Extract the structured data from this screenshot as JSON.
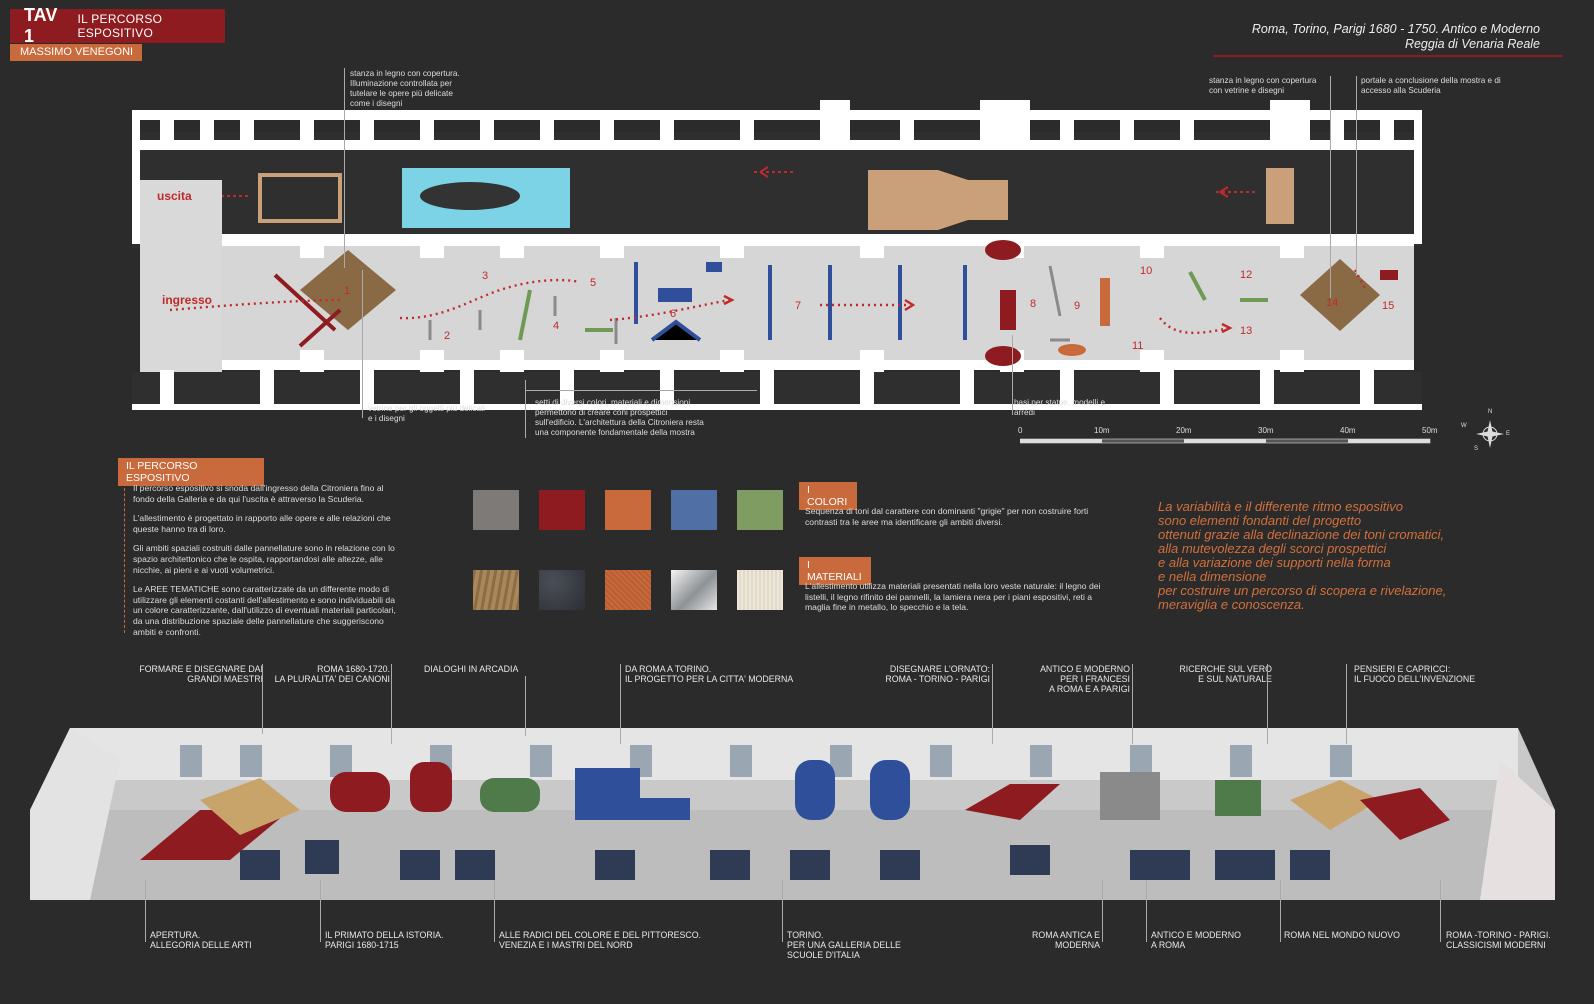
{
  "header": {
    "tav_number": "TAV 1",
    "tav_title": "IL PERCORSO ESPOSITIVO",
    "author": "MASSIMO VENEGONI",
    "project_line1": "Roma, Torino, Parigi 1680 - 1750. Antico e Moderno",
    "project_line2": "Reggia di Venaria Reale"
  },
  "plan": {
    "label_exit": "uscita",
    "label_entry": "ingresso",
    "room_numbers": [
      "1",
      "2",
      "3",
      "4",
      "5",
      "6",
      "7",
      "8",
      "9",
      "10",
      "11",
      "12",
      "13",
      "14",
      "15"
    ],
    "notes": {
      "wood_room": "stanza in legno con copertura. Illuminazione controllata per tutelare le opere più delicate come i disegni",
      "wood_room_right": "stanza in legno con copertura con vetrine e disegni",
      "portal": "portale a conclusione della mostra e di accesso alla Scuderia",
      "showcases": "vetrine per gli oggetti più delicati e i disegni",
      "panels": "setti di diversi colori, materiali e dimensioni permettono di creare coni prospettici sull'edificio. L'architettura della Citroniera resta una componente fondamentale della mostra",
      "bases": "basi per statue, modelli e arredi"
    },
    "scale_labels": [
      "0",
      "10m",
      "20m",
      "30m",
      "40m",
      "50m"
    ],
    "compass": {
      "n": "N",
      "s": "S",
      "e": "E",
      "w": "W"
    }
  },
  "percorso": {
    "heading": "IL PERCORSO ESPOSITIVO",
    "paragraphs": [
      "Il percorso espositivo si snoda dall'ingresso della Citroniera fino al fondo della Galleria e da qui l'uscita è attraverso la Scuderia.",
      "L'allestimento è progettato in rapporto alle opere e alle relazioni che queste hanno tra di loro.",
      "Gli ambiti spaziali costruiti dalle pannellature sono in relazione con lo spazio architettonico che le ospita, rapportandosi alle altezze, alle nicchie, ai pieni e ai vuoti volumetrici.",
      "Le AREE TEMATICHE sono caratterizzate da un differente modo di utilizzare gli elementi costanti dell'allestimento e sono individuabili da un colore caratterizzante, dall'utilizzo di eventuali materiali particolari, da una distribuzione spaziale delle pannellature che suggeriscono ambiti e confronti."
    ]
  },
  "colori": {
    "heading": "I COLORI",
    "text": "Sequenza di toni dal carattere con dominanti \"grigie\" per non costruire forti contrasti tra le aree ma identificare gli ambiti diversi.",
    "swatches": [
      "#7d7a78",
      "#8e1b1f",
      "#c86a3b",
      "#4f6fa5",
      "#7f9c62"
    ]
  },
  "materiali": {
    "heading": "I MATERIALI",
    "text": "L'allestimento utilizza materiali presentati nella loro veste naturale: il legno dei listelli, il legno rifinito dei pannelli, la lamiera nera per i piani espositivi, reti a maglia fine in metallo, lo specchio e la tela.",
    "swatches": [
      "#9c7b4e",
      "#3a3d44",
      "#c86a3b",
      "#bfc3c7",
      "#ece6d8"
    ]
  },
  "quote": [
    "La variabilità e il differente ritmo espositivo",
    "sono elementi fondanti del progetto",
    "ottenuti grazie alla declinazione dei toni cromatici,",
    "alla mutevolezza degli scorci prospettici",
    "e alla variazione dei supporti nella forma",
    "e nella dimensione",
    "per costruire un percorso di scopera e rivelazione,",
    "meraviglia e conoscenza."
  ],
  "sections_top": [
    {
      "l1": "FORMARE E DISEGNARE DAI",
      "l2": "GRANDI MAESTRI"
    },
    {
      "l1": "ROMA 1680-1720.",
      "l2": "LA PLURALITA' DEI CANONI"
    },
    {
      "l1": "DIALOGHI IN ARCADIA",
      "l2": ""
    },
    {
      "l1": "DA ROMA A TORINO.",
      "l2": "IL PROGETTO PER LA CITTA' MODERNA"
    },
    {
      "l1": "DISEGNARE L'ORNATO:",
      "l2": "ROMA - TORINO - PARIGI"
    },
    {
      "l1": "ANTICO E MODERNO",
      "l2": "PER I FRANCESI",
      "l3": "A ROMA E A PARIGI"
    },
    {
      "l1": "RICERCHE SUL VERO",
      "l2": "E SUL NATURALE"
    },
    {
      "l1": "PENSIERI E CAPRICCI:",
      "l2": "IL FUOCO DELL'INVENZIONE"
    }
  ],
  "sections_bottom": [
    {
      "l1": "APERTURA.",
      "l2": "ALLEGORIA DELLE ARTI"
    },
    {
      "l1": "IL PRIMATO DELLA ISTORIA.",
      "l2": "PARIGI 1680-1715"
    },
    {
      "l1": "ALLE RADICI DEL COLORE E DEL PITTORESCO.",
      "l2": "VENEZIA E I MASTRI DEL NORD"
    },
    {
      "l1": "TORINO.",
      "l2": "PER UNA GALLERIA DELLE",
      "l3": "SCUOLE D'ITALIA"
    },
    {
      "l1": "ROMA ANTICA E MODERNA",
      "l2": ""
    },
    {
      "l1": "ANTICO E MODERNO",
      "l2": "A ROMA"
    },
    {
      "l1": "ROMA NEL MONDO NUOVO",
      "l2": ""
    },
    {
      "l1": "ROMA -TORINO - PARIGI.",
      "l2": "CLASSICISMI MODERNI"
    }
  ]
}
